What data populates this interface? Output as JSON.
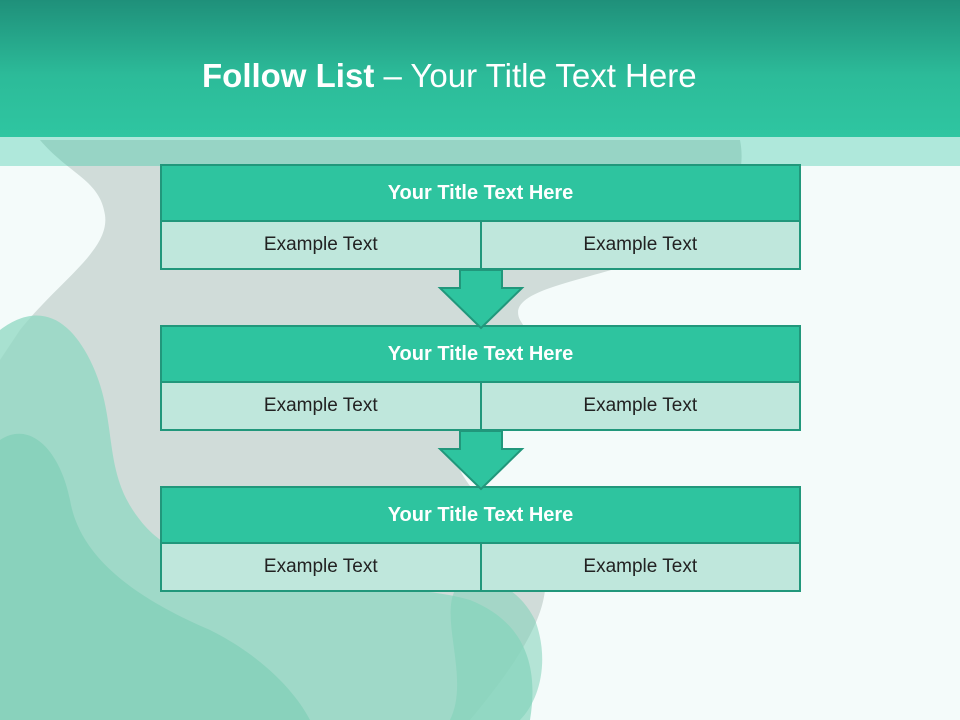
{
  "header": {
    "title_bold": "Follow List",
    "title_rest": "– Your Title Text Here"
  },
  "blocks": [
    {
      "title": "Your Title Text Here",
      "left_text": "Example Text",
      "right_text": "Example Text"
    },
    {
      "title": "Your Title Text Here",
      "left_text": "Example Text",
      "right_text": "Example Text"
    },
    {
      "title": "Your Title Text Here",
      "left_text": "Example Text",
      "right_text": "Example Text"
    }
  ],
  "colors": {
    "accent": "#2ec49f",
    "accent_dark": "#21977b",
    "cell_fill": "#bfe7dc",
    "background": "#f4fbfa"
  },
  "icons": [
    "down-arrow-icon",
    "fur-background-image"
  ]
}
